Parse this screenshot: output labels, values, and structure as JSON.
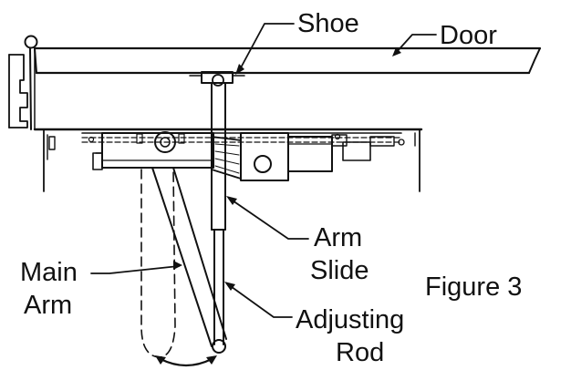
{
  "labels": {
    "shoe": "Shoe",
    "door": "Door",
    "arm_slide_line1": "Arm",
    "arm_slide_line2": "Slide",
    "main_arm_line1": "Main",
    "main_arm_line2": "Arm",
    "adjusting_rod_line1": "Adjusting",
    "adjusting_rod_line2": "Rod",
    "figure": "Figure 3"
  }
}
